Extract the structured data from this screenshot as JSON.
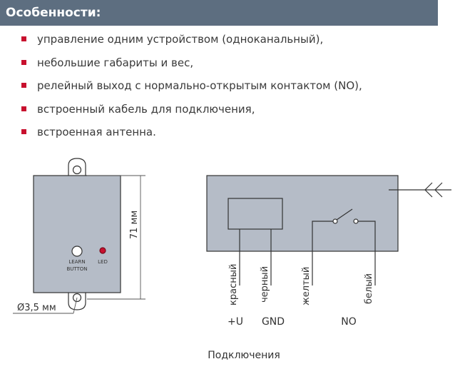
{
  "header": {
    "title": "Особенности:"
  },
  "features": [
    "управление одним устройством (одноканальный),",
    "небольшие габариты и вес,",
    "релейный выход с нормально-открытым контактом (NO),",
    "встроенный кабель для подключения,",
    "встроенная антенна."
  ],
  "device": {
    "height_label": "71 мм",
    "hole_label": "Ø3,5 мм",
    "button_label_1": "LEARN",
    "button_label_2": "BUTTON",
    "led_label": "LED"
  },
  "wiring": {
    "wires": [
      "красный",
      "черный",
      "желтый",
      "белый"
    ],
    "terminals": [
      "+U",
      "GND",
      "NO"
    ],
    "caption": "Подключения"
  },
  "colors": {
    "header_bg": "#5d6e80",
    "bullet": "#c8102e",
    "device_fill": "#b5bcc7",
    "led": "#c8102e"
  }
}
